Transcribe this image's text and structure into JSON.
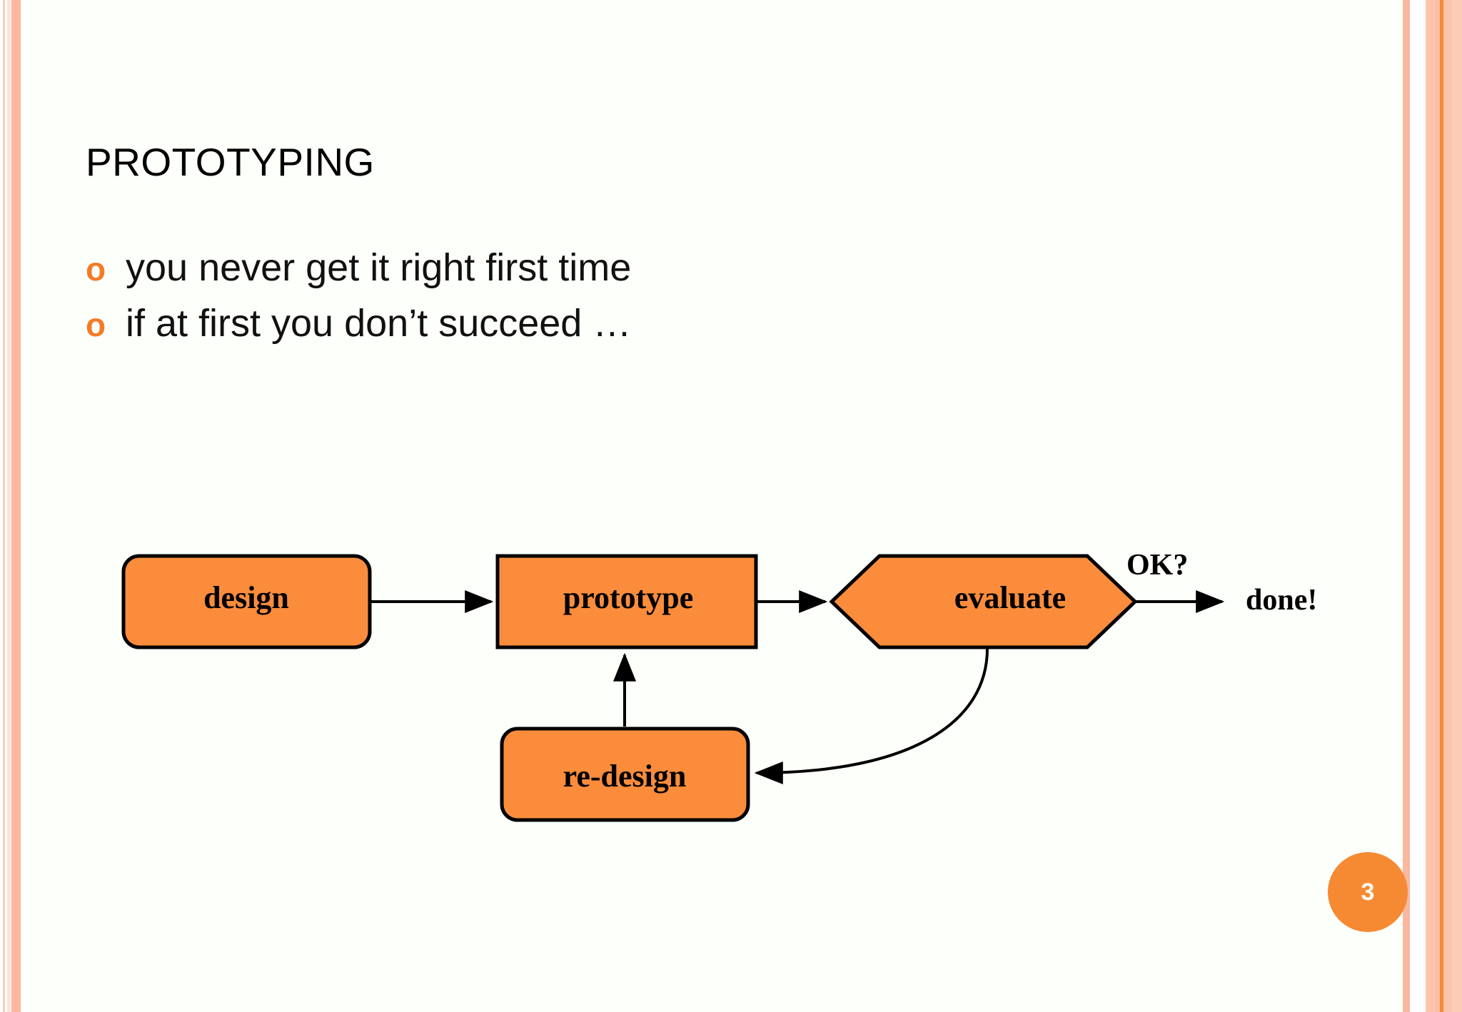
{
  "slide": {
    "title": "PROTOTYPING",
    "page_number": "3",
    "background_color": "#fdfffb",
    "accent_color": "#f68a33",
    "shape_fill_color": "#fa8c3c",
    "shape_stroke_color": "#000000"
  },
  "bullets": [
    {
      "marker": "o",
      "text": "you never get it right first time"
    },
    {
      "marker": "o",
      "text": "if at first you don’t succeed …"
    }
  ],
  "diagram": {
    "type": "flowchart",
    "nodes": [
      {
        "id": "design",
        "label": "design",
        "shape": "rounded-rectangle"
      },
      {
        "id": "prototype",
        "label": "prototype",
        "shape": "rectangle"
      },
      {
        "id": "evaluate",
        "label": "evaluate",
        "shape": "hexagon"
      },
      {
        "id": "redesign",
        "label": "re-design",
        "shape": "rounded-rectangle"
      }
    ],
    "edges": [
      {
        "from": "design",
        "to": "prototype",
        "label": "",
        "style": "straight"
      },
      {
        "from": "prototype",
        "to": "evaluate",
        "label": "",
        "style": "straight"
      },
      {
        "from": "evaluate",
        "to": "done",
        "label": "OK?",
        "style": "straight"
      },
      {
        "from": "evaluate",
        "to": "redesign",
        "label": "",
        "style": "curved"
      },
      {
        "from": "redesign",
        "to": "prototype",
        "label": "",
        "style": "straight-up"
      }
    ],
    "annotations": [
      {
        "id": "ok",
        "text": "OK?"
      },
      {
        "id": "done",
        "text": "done!"
      }
    ]
  }
}
